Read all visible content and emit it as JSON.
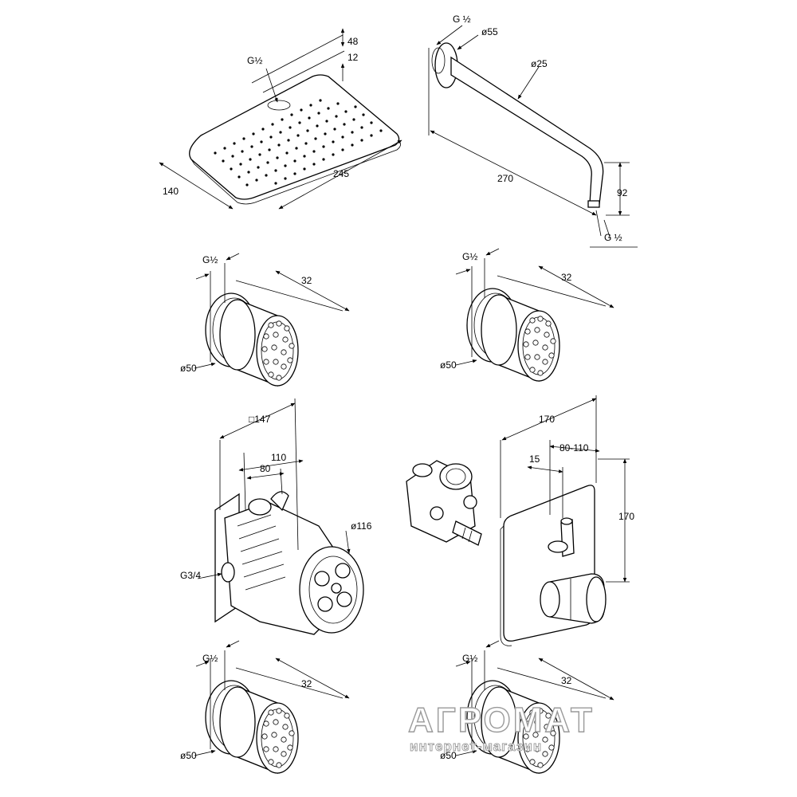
{
  "shower_head": {
    "thread": "G½",
    "height": "48",
    "plate": "12",
    "width": "140",
    "length": "245"
  },
  "shower_arm": {
    "thread_wall": "G ½",
    "rosette": "ø55",
    "tube": "ø25",
    "length": "270",
    "drop": "92",
    "thread_out": "G ½"
  },
  "body_jets": [
    {
      "thread": "G½",
      "depth": "32",
      "diameter": "ø50"
    },
    {
      "thread": "G½",
      "depth": "32",
      "diameter": "ø50"
    },
    {
      "thread": "G½",
      "depth": "32",
      "diameter": "ø50"
    },
    {
      "thread": "G½",
      "depth": "32",
      "diameter": "ø50"
    }
  ],
  "mixer_body": {
    "box": "□147",
    "depth_max": "110",
    "depth_min": "80",
    "diameter": "ø116",
    "connection": "G3/4"
  },
  "trim_plate": {
    "width": "170",
    "projection": "80-110",
    "offset": "15",
    "height": "170"
  },
  "watermark": {
    "brand": "АГРОМАТ",
    "tagline": "интернет-магазин"
  }
}
